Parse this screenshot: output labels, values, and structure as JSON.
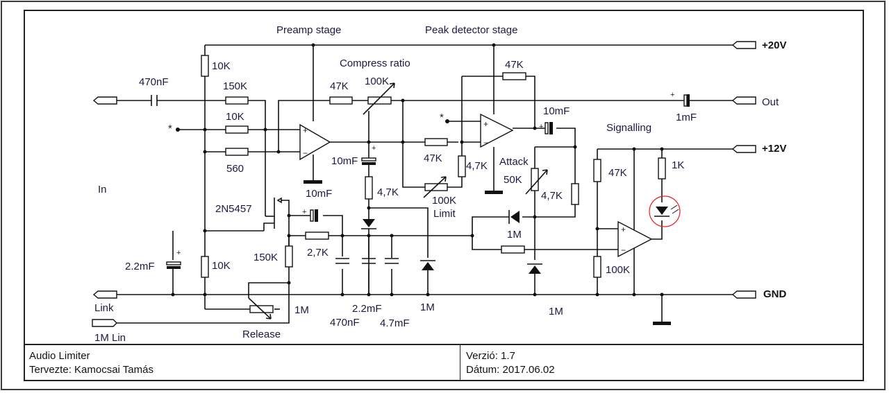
{
  "schematic": {
    "stages": {
      "preamp": "Preamp stage",
      "compress": "Compress ratio",
      "peak": "Peak detector stage",
      "signalling": "Signalling"
    },
    "ports": {
      "v20": "+20V",
      "out": "Out",
      "v12": "+12V",
      "gnd": "GND",
      "in": "In",
      "link": "Link",
      "lin": "1M Lin"
    },
    "components": {
      "c_in": "470nF",
      "r_10k_top": "10K",
      "r_150k": "150K",
      "r_10k_mid": "10K",
      "r_560": "560",
      "r_47k_fb": "47K",
      "pot_100k_ratio": "100K",
      "c_10mF_a": "10mF",
      "c_10mF_b": "10mF",
      "r_4k7_a": "4,7K",
      "r_47k_peak": "47K",
      "r_47k_peak_fb": "47K",
      "r_4k7_b": "4,7K",
      "pot_100k_limit": "100K",
      "limit": "Limit",
      "attack": "Attack",
      "pot_50k": "50K",
      "r_4k7_c": "4,7K",
      "c_10mF_c": "10mF",
      "c_out": "1mF",
      "jfet": "2N5457",
      "c_2m2_link": "2.2mF",
      "r_10k_bottom": "10K",
      "r_150k_b": "150K",
      "r_2k7": "2,7K",
      "pot_release": "1M",
      "release": "Release",
      "c_2m2": "2.2mF",
      "c_470n": "470nF",
      "c_4m7": "4.7mF",
      "d_1m_a": "1M",
      "d_1m_b": "1M",
      "d_1m_c": "1M",
      "r_47k_sig": "47K",
      "r_100k_sig": "100K",
      "r_1k": "1K",
      "star": "*"
    },
    "led_highlight_color": "#e8242a"
  },
  "titleblock": {
    "title": "Audio Limiter",
    "designer": "Tervezte: Kamocsai Tamás",
    "version": "Verzió: 1.7",
    "date": "Dátum: 2017.06.02"
  }
}
